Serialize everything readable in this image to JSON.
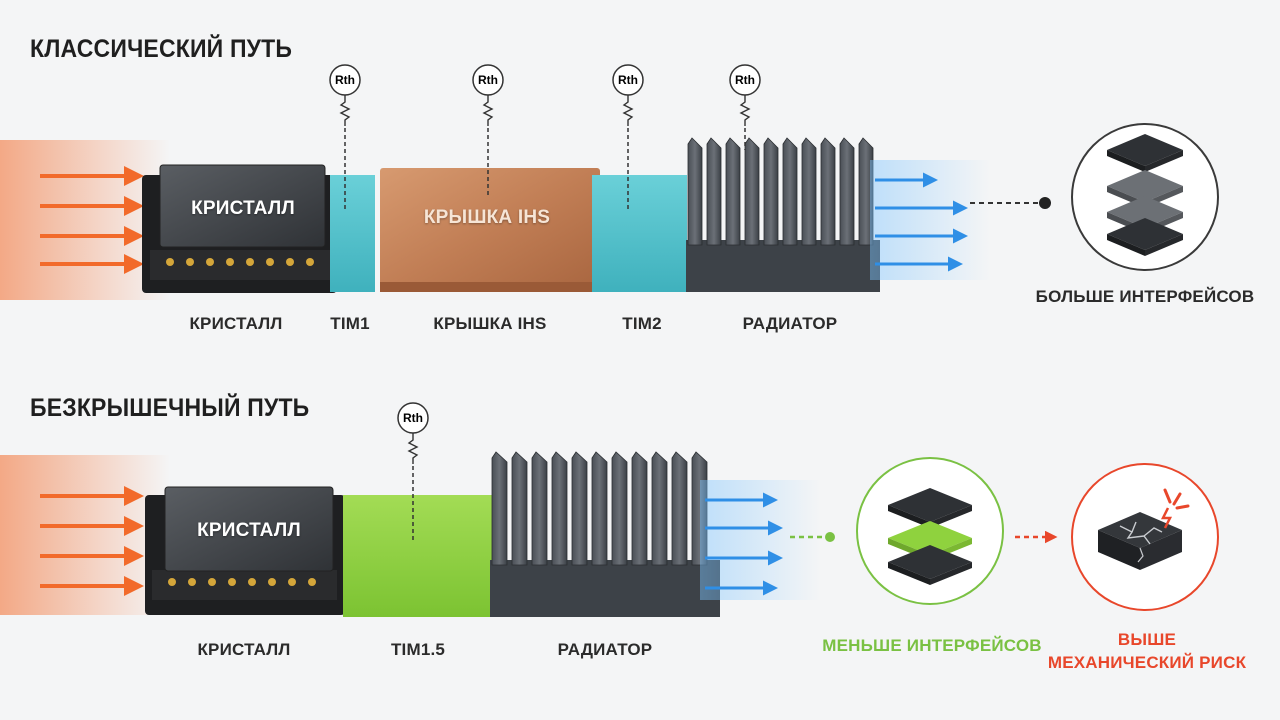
{
  "classic": {
    "title": "КЛАССИЧЕСКИЙ ПУТЬ",
    "die_label": "КРИСТАЛЛ",
    "ihs_inner": "КРЫШКА IHS",
    "labels": [
      "КРИСТАЛЛ",
      "TIM1",
      "КРЫШКА IHS",
      "TIM2",
      "РАДИАТОР"
    ],
    "result_label": "БОЛЬШЕ ИНТЕРФЕЙСОВ",
    "resistance_label": "Rth"
  },
  "lidless": {
    "title": "БЕЗКРЫШЕЧНЫЙ ПУТЬ",
    "die_label": "КРИСТАЛЛ",
    "labels": [
      "КРИСТАЛЛ",
      "TIM1.5",
      "РАДИАТОР"
    ],
    "result_good": "МЕНЬШЕ ИНТЕРФЕЙСОВ",
    "result_risk_line1": "ВЫШЕ",
    "result_risk_line2": "МЕХАНИЧЕСКИЙ РИСК",
    "resistance_label": "Rth"
  },
  "colors": {
    "heat": "#f26a2a",
    "cool": "#2f8fe6",
    "tim": "#54c3cc",
    "tim15": "#8fd23e",
    "copper": "#c7865c",
    "heatsink": "#3a3f45",
    "good": "#7ac143",
    "risk": "#e8472b",
    "text": "#2b2b2b"
  },
  "icons": {
    "thermal_resistance": "resistor-icon",
    "layers_many": "layer-stack-icon",
    "layers_few": "layer-stack-icon",
    "cracked_die": "cracked-die-icon"
  }
}
